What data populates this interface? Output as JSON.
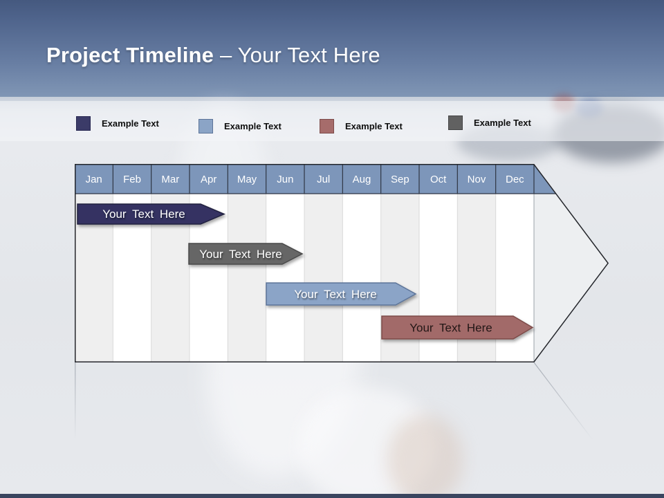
{
  "title": {
    "bold": "Project Timeline",
    "light": "– Your Text Here"
  },
  "legend": {
    "items": [
      {
        "label": "Example Text",
        "color": "#3b3b68",
        "border": "#262650"
      },
      {
        "label": "Example Text",
        "color": "#8ba4c6",
        "border": "#5d7499"
      },
      {
        "label": "Example Text",
        "color": "#a66c6b",
        "border": "#7d4b49"
      },
      {
        "label": "Example Text",
        "color": "#616161",
        "border": "#454545"
      }
    ]
  },
  "colors": {
    "header_gradient_top": "#45597f",
    "header_gradient_bottom": "#8096b5",
    "month_header": "#7d96ba",
    "footer_bar": "#3a455f",
    "column_alt": "#efefef",
    "column_main": "#ffffff"
  },
  "chart_data": {
    "type": "timeline",
    "title": "Project Timeline – Your Text Here",
    "categories": [
      "Jan",
      "Feb",
      "Mar",
      "Apr",
      "May",
      "Jun",
      "Jul",
      "Aug",
      "Sep",
      "Oct",
      "Nov",
      "Dec"
    ],
    "legend_position": "top",
    "legend_labels": [
      "Example Text",
      "Example Text",
      "Example Text",
      "Example Text"
    ],
    "bars": [
      {
        "label": "Your Text Here",
        "row": 1,
        "start": "Jan",
        "end": "Apr",
        "start_index": 0,
        "end_index": 3.9,
        "color": "#343362",
        "border": "#20203f",
        "text_color": "#ffffff"
      },
      {
        "label": "Your Text Here",
        "row": 2,
        "start": "Apr",
        "end": "Jun",
        "start_index": 3.0,
        "end_index": 5.9,
        "color": "#666666",
        "border": "#4a4a4a",
        "text_color": "#ffffff"
      },
      {
        "label": "Your Text Here",
        "row": 3,
        "start": "Jun",
        "end": "Sep",
        "start_index": 5.0,
        "end_index": 8.9,
        "color": "#8ba4c7",
        "border": "#5d7499",
        "text_color": "#ffffff"
      },
      {
        "label": "Your Text Here",
        "row": 4,
        "start": "Sep",
        "end": "Dec",
        "start_index": 8.0,
        "end_index": 11.9,
        "color": "#a26b69",
        "border": "#7d4b49",
        "text_color": "#241616"
      }
    ]
  }
}
